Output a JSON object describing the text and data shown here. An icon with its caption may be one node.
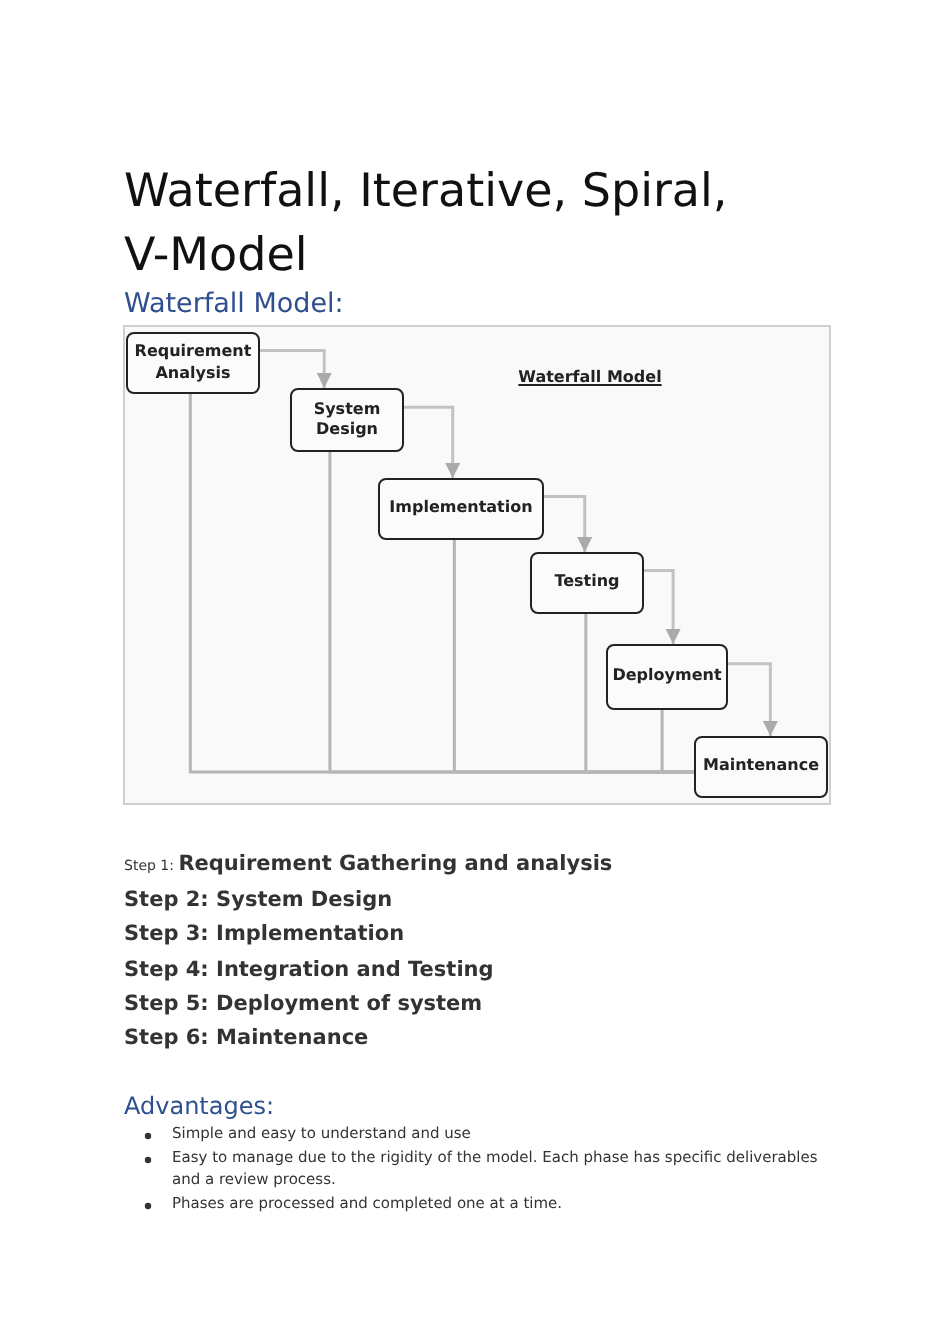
{
  "diagram": {
    "title": "Waterfall, Iterative, Spiral, V-Model",
    "nodes": [
      {
        "text": [
          "Requirement Analysis"
        ]
      },
      {
        "text": [
          "System Design"
        ]
      },
      {
        "text": [
          "Implementation"
        ]
      },
      {
        "text": [
          "Testing"
        ]
      },
      {
        "text": [
          "Deployment"
        ]
      },
      {
        "text": [
          "Maintenance"
        ]
      }
    ],
    "edges": [
      {
        "from": 0,
        "to": 1,
        "arrow": "to"
      },
      {
        "from": 1,
        "to": 2,
        "arrow": "to"
      },
      {
        "from": 2,
        "to": 3,
        "arrow": "to"
      },
      {
        "from": 3,
        "to": 4,
        "arrow": "to"
      },
      {
        "from": 4,
        "to": 5,
        "arrow": "to"
      },
      {
        "from": 0,
        "to": 5,
        "arrow": "none"
      },
      {
        "from": 1,
        "to": 5,
        "arrow": "none"
      },
      {
        "from": 2,
        "to": 5,
        "arrow": "none"
      },
      {
        "from": 3,
        "to": 5,
        "arrow": "none"
      },
      {
        "from": 4,
        "to": 5,
        "arrow": "none"
      }
    ],
    "labels": [
      "Waterfall Model:",
      "Waterfall Model",
      "Step 1: **Requirement Gathering and analysis**",
      "Step 2: System Design",
      "Step 3: Implementation",
      "Step 4: Integration and Testing",
      "Step 5: Deployment of system",
      "Step 6: Maintenance",
      "Advantages:",
      "Simple and easy to understand and use",
      "Easy to manage due to the rigidity of the model. Each phase has specific deliverables and a review process.",
      "Phases are processed and completed one at a time."
    ]
  }
}
